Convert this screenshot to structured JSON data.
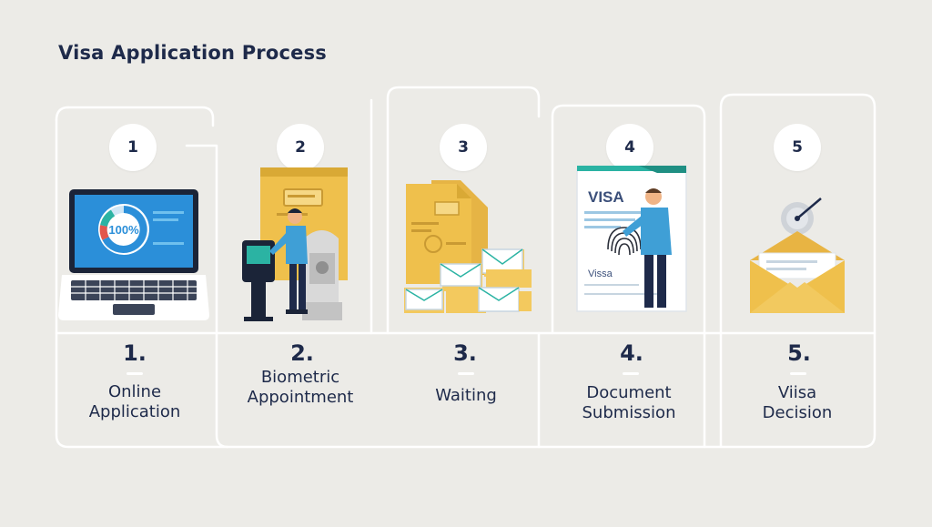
{
  "title": "Visa Application Process",
  "colors": {
    "background": "#ecebe7",
    "outline": "#ffffff",
    "navy": "#1e2a4a",
    "folder_yellow": "#efc04c",
    "screen_blue": "#2b8fd9",
    "shirt_blue": "#3f9fd6",
    "accent_teal": "#2bb3a3"
  },
  "steps": [
    {
      "badge": "1",
      "number": "1.",
      "label_lines": [
        "Online",
        "Application"
      ],
      "progress": "100%",
      "icon": "laptop-icon"
    },
    {
      "badge": "2",
      "number": "2.",
      "label_lines": [
        "Biometric",
        "Appointment"
      ],
      "icon": "biometric-kiosk-icon"
    },
    {
      "badge": "3",
      "number": "3.",
      "label_lines": [
        "Waiting"
      ],
      "icon": "document-stack-icon"
    },
    {
      "badge": "4",
      "number": "4.",
      "label_lines": [
        "Document",
        "Submission"
      ],
      "visa_heading": "VISA",
      "visa_footer": "Vissa",
      "icon": "visa-document-icon"
    },
    {
      "badge": "5",
      "number": "5.",
      "label_lines": [
        "Viisa",
        "Decision"
      ],
      "icon": "envelope-icon"
    }
  ]
}
